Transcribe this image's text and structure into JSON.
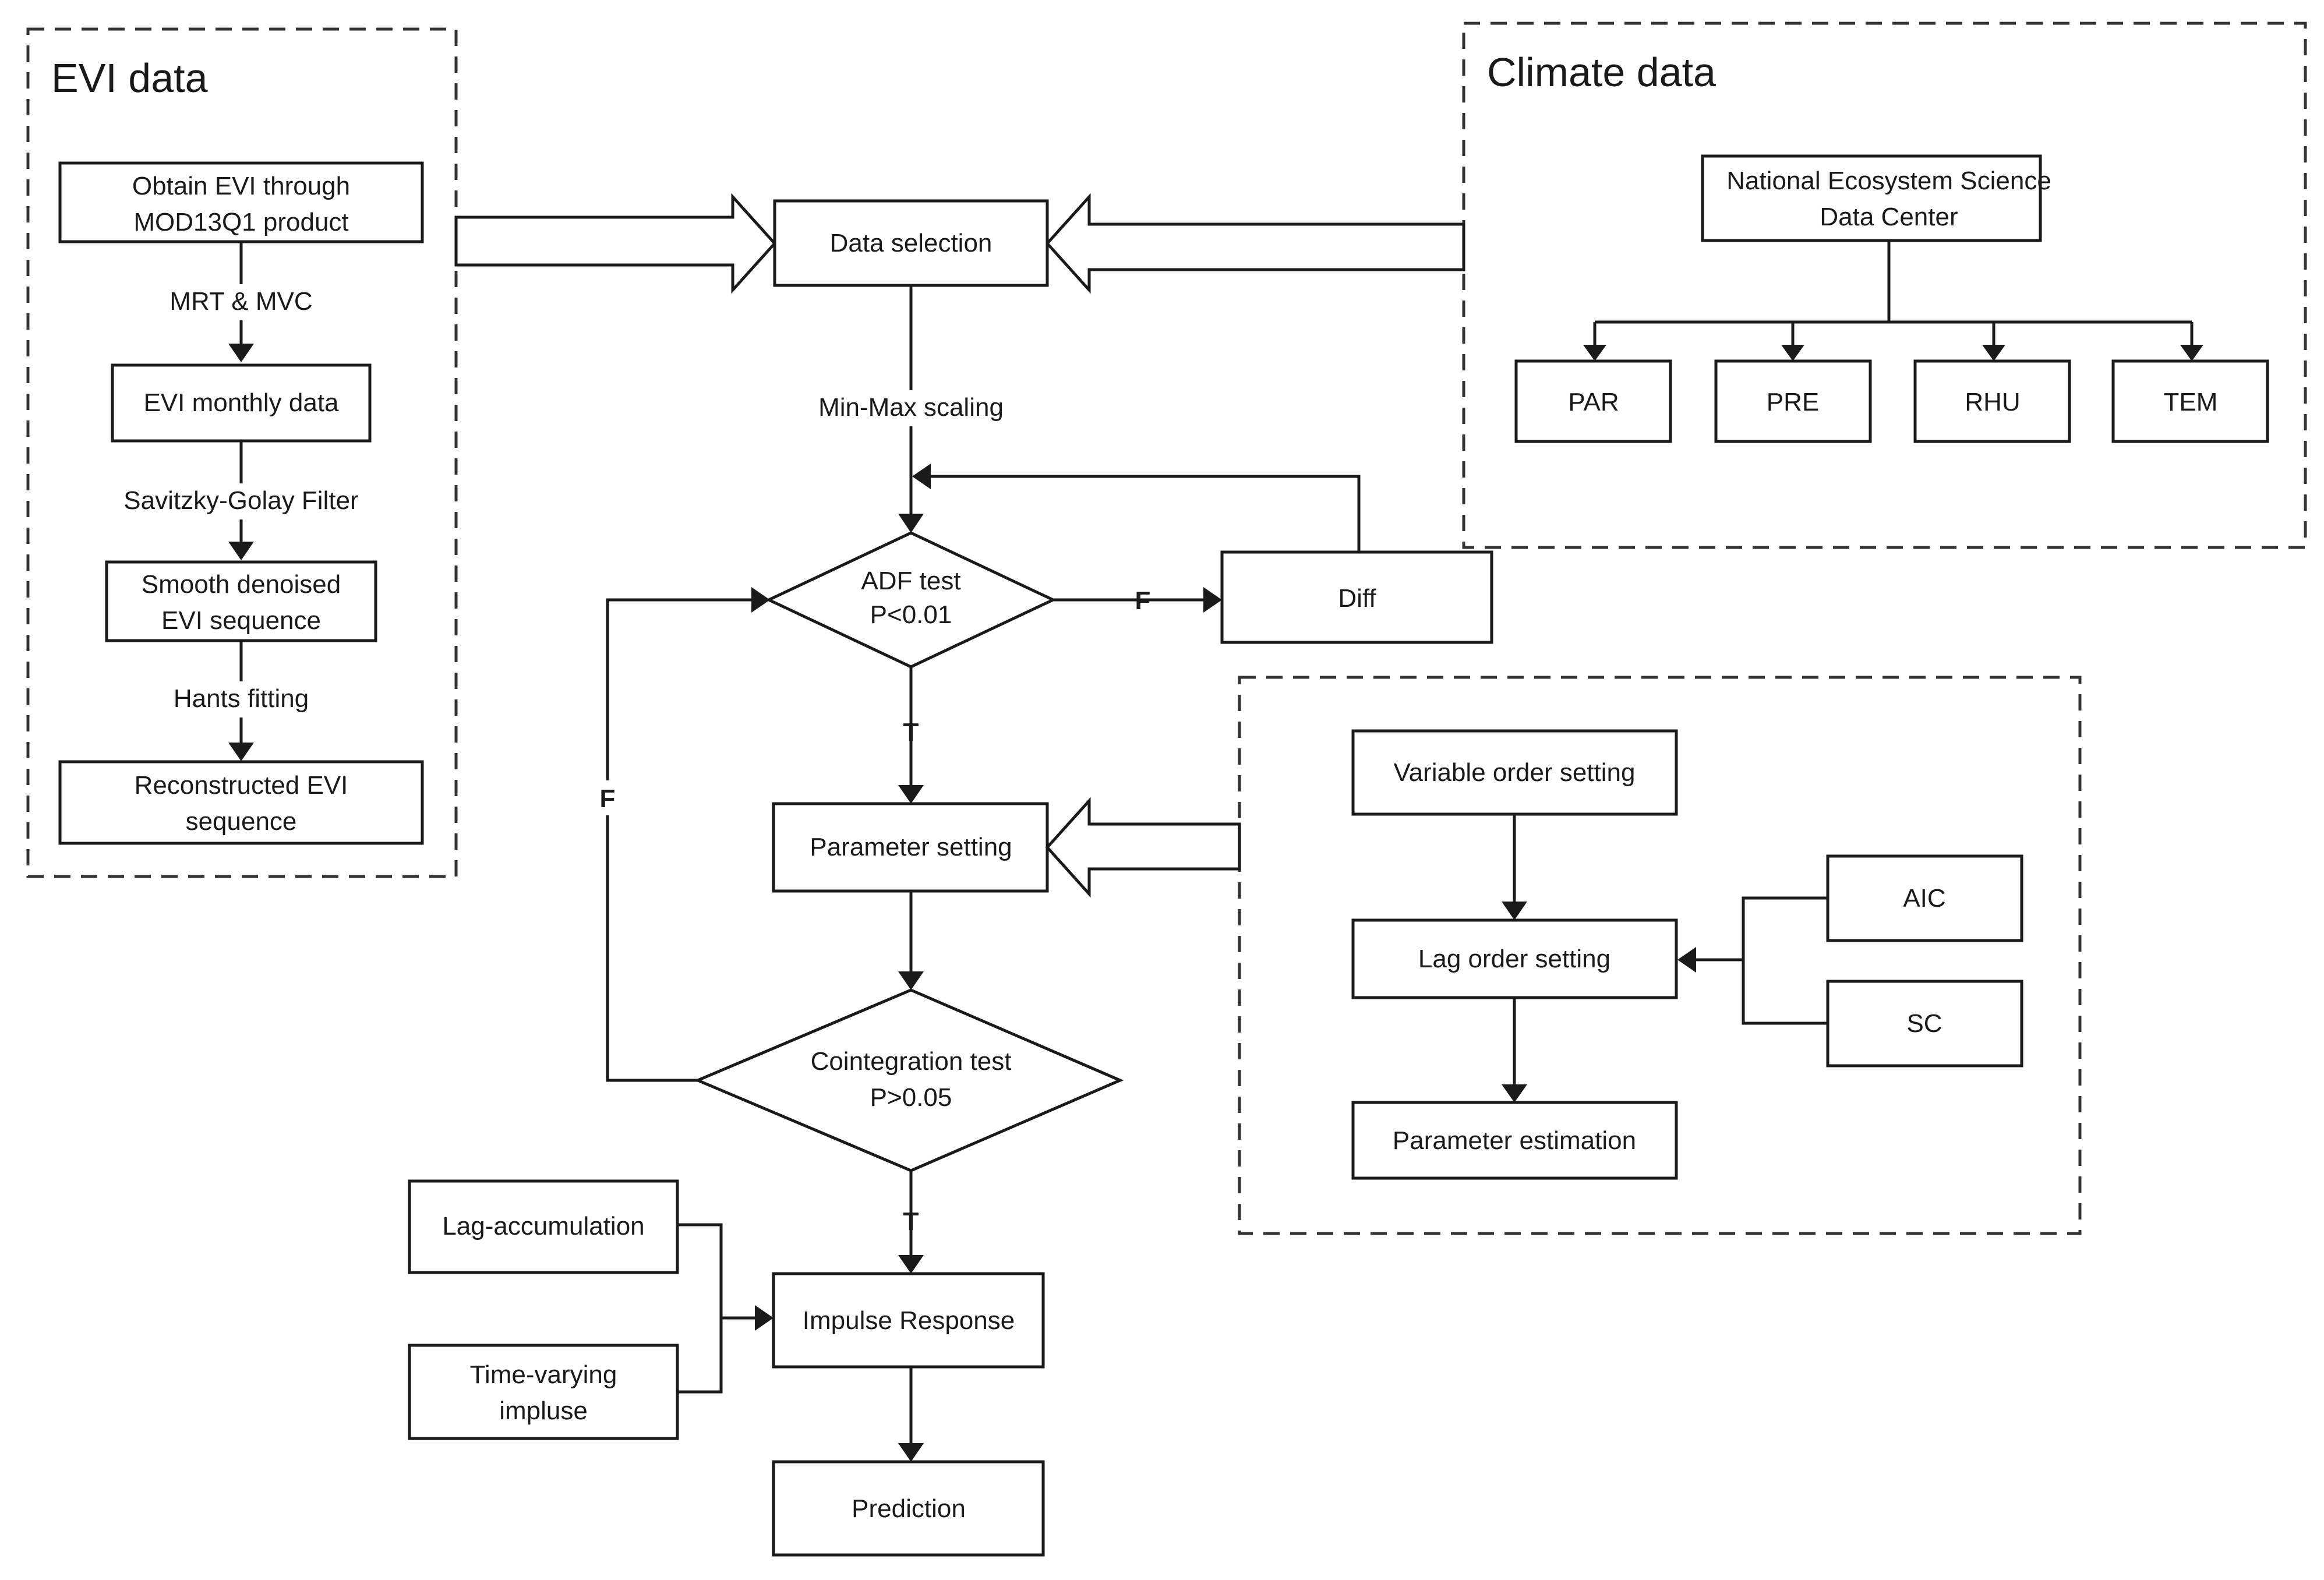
{
  "groups": {
    "evi": "EVI data",
    "climate": "Climate data"
  },
  "nodes": {
    "obtain_evi": [
      "Obtain EVI through",
      "MOD13Q1 product"
    ],
    "evi_monthly": "EVI monthly data",
    "smooth": [
      "Smooth denoised",
      "EVI sequence"
    ],
    "reconstructed": [
      "Reconstructed EVI",
      "sequence"
    ],
    "data_selection": "Data selection",
    "necdc": [
      "National Ecosystem Science",
      "Data Center"
    ],
    "par": "PAR",
    "pre": "PRE",
    "rhu": "RHU",
    "tem": "TEM",
    "adf": [
      "ADF test",
      "P<0.01"
    ],
    "diff": "Diff",
    "param_setting": "Parameter setting",
    "variable_order": "Variable order setting",
    "lag_order": "Lag order setting",
    "aic": "AIC",
    "sc": "SC",
    "param_estimation": "Parameter estimation",
    "cointegration": [
      "Cointegration test",
      "P>0.05"
    ],
    "lag_accum": "Lag-accumulation",
    "time_varying": [
      "Time-varying",
      "impluse"
    ],
    "impulse": "Impulse Response",
    "prediction": "Prediction"
  },
  "edges": {
    "mrt": "MRT & MVC",
    "sg": "Savitzky-Golay Filter",
    "hants": "Hants fitting",
    "minmax": "Min-Max scaling",
    "adf_false": "F",
    "adf_true": "T",
    "coint_false": "F",
    "coint_true": "T"
  }
}
